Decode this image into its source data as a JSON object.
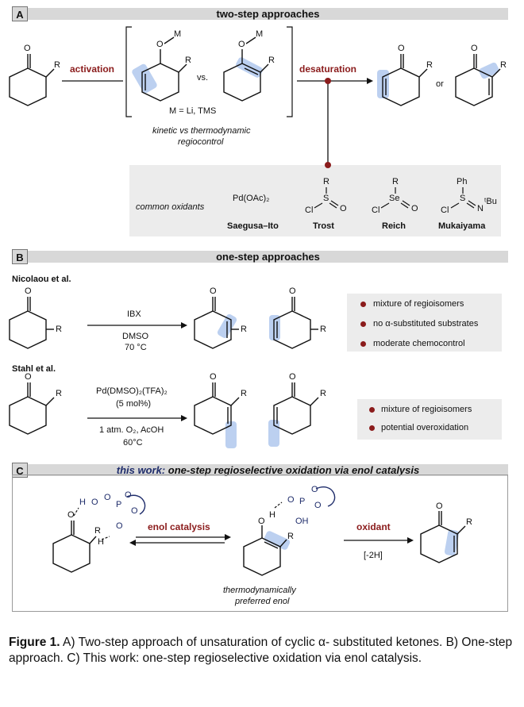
{
  "section_a": {
    "label": "A",
    "title": "two-step approaches",
    "activation": "activation",
    "desaturation": "desaturation",
    "metal_label": "M",
    "oxygen": "O",
    "r_group": "R",
    "vs": "vs.",
    "metal_def": "M = Li, TMS",
    "regio_line1": "kinetic vs thermodynamic",
    "regio_line2": "regiocontrol",
    "or": "or",
    "oxidants_label": "common oxidants",
    "pd_oac": "Pd(OAc)₂",
    "cl": "Cl",
    "s": "S",
    "se": "Se",
    "n": "N",
    "ph": "Ph",
    "tbu": "ᵗBu",
    "names": [
      "Saegusa–Ito",
      "Trost",
      "Reich",
      "Mukaiyama"
    ]
  },
  "section_b": {
    "label": "B",
    "title": "one-step approaches",
    "nicolaou": "Nicolaou et al.",
    "ibx": "IBX",
    "dmso": "DMSO",
    "temp1": "70 °C",
    "nicolaou_bullets": [
      "mixture of regioisomers",
      "no α-substituted substrates",
      "moderate chemocontrol"
    ],
    "stahl": "Stahl et al.",
    "catalyst": "Pd(DMSO)₂(TFA)₂",
    "loading": "(5 mol%)",
    "conditions": "1 atm. O₂, AcOH",
    "temp2": "60°C",
    "stahl_bullets": [
      "mixture of regioisomers",
      "potential overoxidation"
    ]
  },
  "section_c": {
    "label": "C",
    "title_lead": "this work:",
    "title_rest": "one-step regioselective oxidation via enol catalysis",
    "enol_catalysis": "enol catalysis",
    "oxidant": "oxidant",
    "minus_2h": "[-2H]",
    "h": "H",
    "p": "P",
    "oh": "OH",
    "enol_line1": "thermodynamically",
    "enol_line2": "preferred enol"
  },
  "caption": {
    "figure": "Figure 1.",
    "text": " A) Two-step approach of unsaturation of cyclic α- substituted ketones. B) One-step approach. C) This work: one-step regioselective oxidation via enol catalysis."
  },
  "colors": {
    "accent_red": "#8b1c1c",
    "navy": "#1f2d6b",
    "highlight_blue": "#bcd0f0",
    "banner_gray": "#d8d8d8",
    "box_gray": "#ececec"
  }
}
